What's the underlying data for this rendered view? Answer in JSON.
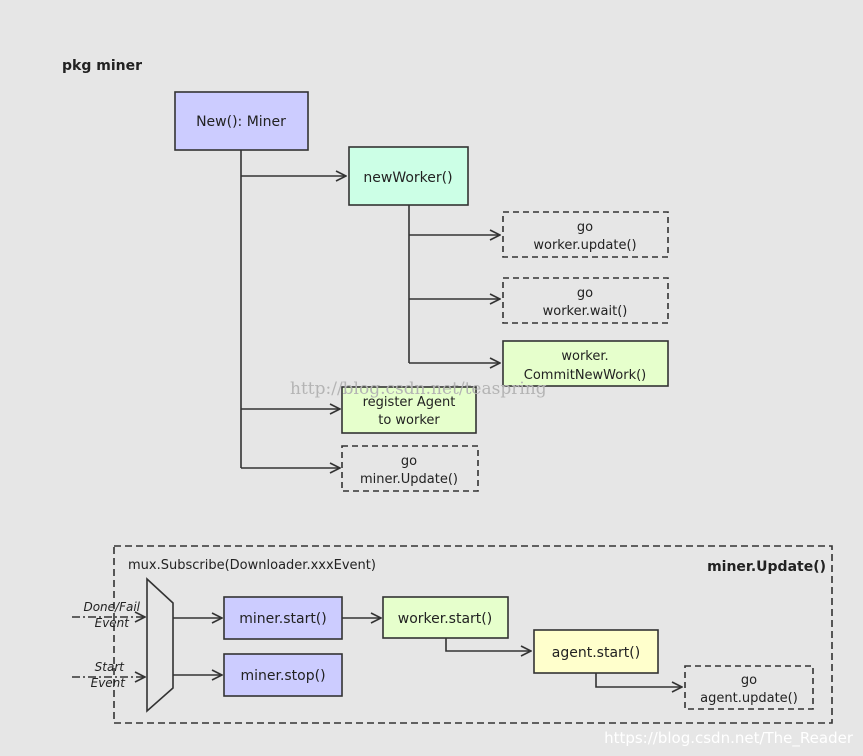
{
  "title": "pkg miner",
  "colors": {
    "background": "#e6e6e6",
    "blue_box": "#ccccff",
    "green_box": "#ccffe6",
    "lime_box": "#e6ffcc",
    "yellow_box": "#ffffcc",
    "line": "#333333"
  },
  "nodes": {
    "new_miner": "New(): Miner",
    "new_worker": "newWorker()",
    "go_worker_update": [
      "go",
      "worker.update()"
    ],
    "go_worker_wait": [
      "go",
      "worker.wait()"
    ],
    "commit_new_work": [
      "worker.",
      "CommitNewWork()"
    ],
    "register_agent": [
      "register Agent",
      "to worker"
    ],
    "go_miner_update": [
      "go",
      "miner.Update()"
    ]
  },
  "update_section": {
    "title": "miner.Update()",
    "subscribe": "mux.Subscribe(Downloader.xxxEvent)",
    "event_done": [
      "Done/Fail",
      "Event"
    ],
    "event_start": [
      "Start",
      "Event"
    ],
    "miner_start": "miner.start()",
    "miner_stop": "miner.stop()",
    "worker_start": "worker.start()",
    "agent_start": "agent.start()",
    "go_agent_update": [
      "go",
      "agent.update()"
    ]
  },
  "watermarks": {
    "center": "http://blog.csdn.net/teaspring",
    "bottom": "https://blog.csdn.net/The_Reader"
  }
}
